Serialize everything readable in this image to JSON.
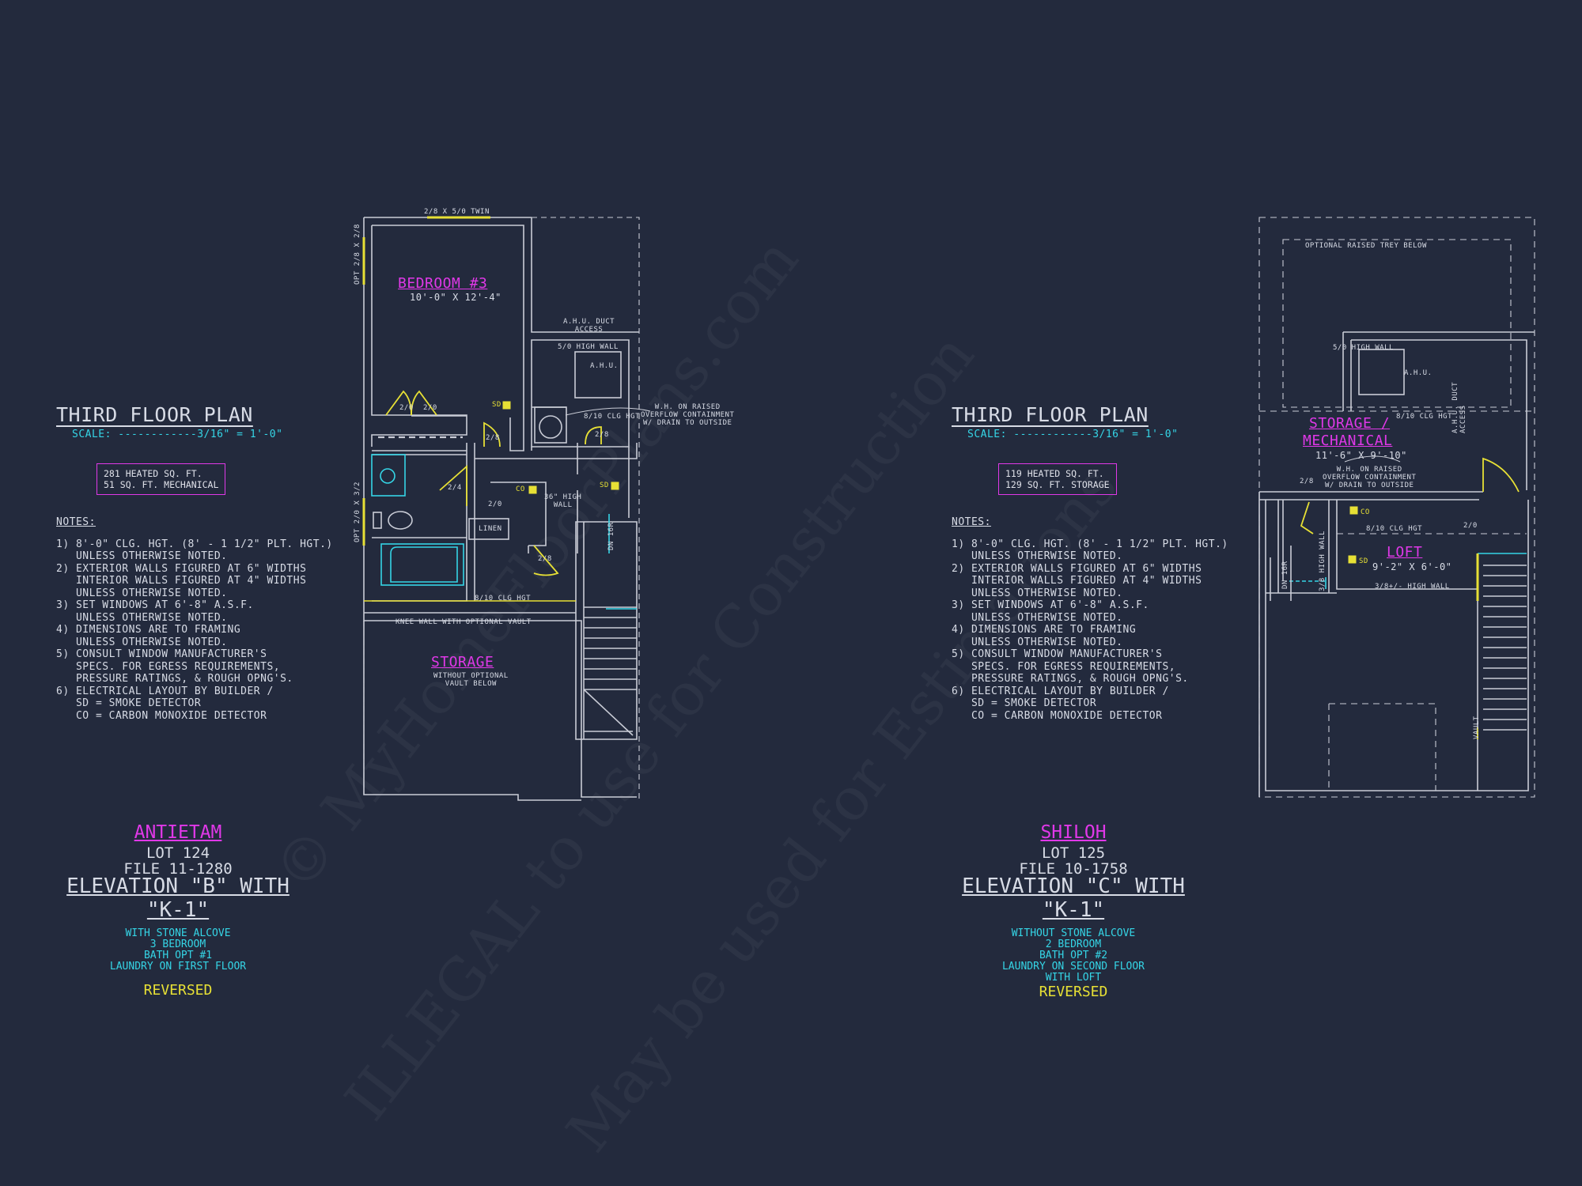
{
  "watermark": {
    "line1": "© MyHomeFloorPlans.com",
    "line2": "ILLEGAL to use for Construction",
    "line3": "May be used for Estimations"
  },
  "left": {
    "title": "THIRD FLOOR PLAN",
    "scale": "SCALE: ------------3/16\" = 1'-0\"",
    "area": [
      "281 HEATED SQ. FT.",
      "51 SQ. FT. MECHANICAL"
    ],
    "notes_header": "NOTES:",
    "notes": [
      "1) 8'-0\"  CLG. HGT. (8' - 1 1/2\" PLT. HGT.)",
      "   UNLESS OTHERWISE NOTED.",
      "2) EXTERIOR WALLS FIGURED AT 6\" WIDTHS",
      "   INTERIOR WALLS FIGURED AT 4\" WIDTHS",
      "   UNLESS OTHERWISE NOTED.",
      "3) SET WINDOWS AT 6'-8\" A.S.F.",
      "   UNLESS OTHERWISE NOTED.",
      "4) DIMENSIONS ARE TO FRAMING",
      "   UNLESS OTHERWISE NOTED.",
      "5) CONSULT WINDOW MANUFACTURER'S",
      "   SPECS. FOR EGRESS REQUIREMENTS,",
      "   PRESSURE RATINGS, & ROUGH OPNG'S.",
      "6) ELECTRICAL LAYOUT BY BUILDER /",
      "   SD = SMOKE DETECTOR",
      "   CO = CARBON MONOXIDE DETECTOR"
    ],
    "plan_name": "ANTIETAM",
    "lot": "LOT 124",
    "file": "FILE 11-1280",
    "elevation": "ELEVATION \"B\" WITH \"K-1\"",
    "options": [
      "WITH STONE ALCOVE",
      "3 BEDROOM",
      "BATH OPT #1",
      "LAUNDRY ON FIRST FLOOR"
    ],
    "reversed": "REVERSED",
    "plan_labels": {
      "window_top": "2/8 X 5/0 TWIN",
      "window_side": "OPT 2/8 X 2/8",
      "window_side2": "OPT 2/0 X 3/2",
      "bedroom": "BEDROOM #3",
      "bedroom_dim": "10'-0\" X 12'-4\"",
      "ahu_access": "A.H.U. DUCT\nACCESS",
      "high_wall": "5/0 HIGH WALL",
      "ahu": "A.H.U.",
      "wh": "W.H. ON RAISED\nOVERFLOW CONTAINMENT\nW/ DRAIN TO OUTSIDE",
      "clg_810": "8/10 CLG HGT",
      "sd": "SD",
      "co": "CO",
      "d20a": "2/0",
      "d20b": "2/0",
      "d28a": "2/8",
      "d28b": "2/8",
      "d24": "2/4",
      "d20c": "2/0",
      "d28c": "2/8",
      "half_wall": "36\" HIGH\nWALL",
      "linen": "LINEN",
      "dn": "DN 16R",
      "clg_810b": "8/10 CLG HGT",
      "knee": "KNEE WALL WITH OPTIONAL VAULT",
      "storage": "STORAGE",
      "storage_sub": "WITHOUT OPTIONAL\nVAULT BELOW",
      "sd2": "SD"
    }
  },
  "right": {
    "title": "THIRD FLOOR PLAN",
    "scale": "SCALE: ------------3/16\" = 1'-0\"",
    "area": [
      "119 HEATED SQ. FT.",
      "129 SQ. FT. STORAGE"
    ],
    "notes_header": "NOTES:",
    "notes": [
      "1) 8'-0\"  CLG. HGT. (8' - 1 1/2\" PLT. HGT.)",
      "   UNLESS OTHERWISE NOTED.",
      "2) EXTERIOR WALLS FIGURED AT 6\" WIDTHS",
      "   INTERIOR WALLS FIGURED AT 4\" WIDTHS",
      "   UNLESS OTHERWISE NOTED.",
      "3) SET WINDOWS AT 6'-8\" A.S.F.",
      "   UNLESS OTHERWISE NOTED.",
      "4) DIMENSIONS ARE TO FRAMING",
      "   UNLESS OTHERWISE NOTED.",
      "5) CONSULT WINDOW MANUFACTURER'S",
      "   SPECS. FOR EGRESS REQUIREMENTS,",
      "   PRESSURE RATINGS, & ROUGH OPNG'S.",
      "6) ELECTRICAL LAYOUT BY BUILDER /",
      "   SD = SMOKE DETECTOR",
      "   CO = CARBON MONOXIDE DETECTOR"
    ],
    "plan_name": "SHILOH",
    "lot": "LOT 125",
    "file": "FILE 10-1758",
    "elevation": "ELEVATION \"C\" WITH \"K-1\"",
    "options": [
      "WITHOUT STONE ALCOVE",
      "2 BEDROOM",
      "BATH OPT #2",
      "LAUNDRY ON SECOND FLOOR",
      "WITH LOFT"
    ],
    "reversed": "REVERSED",
    "plan_labels": {
      "trey": "OPTIONAL RAISED TREY BELOW",
      "high_wall": "5/0 HIGH WALL",
      "ahu": "A.H.U.",
      "clg_810": "8/10 CLG HGT",
      "ahu_access": "A.H.U. DUCT\nACCESS",
      "storage": "STORAGE /",
      "mechanical": "MECHANICAL",
      "storage_dim": "11'-6\" X 9'-10\"",
      "wh": "W.H. ON RAISED\nOVERFLOW CONTAINMENT\nW/ DRAIN TO OUTSIDE",
      "d28": "2/8",
      "co": "CO",
      "clg_810b": "8/10 CLG HGT",
      "d20": "2/0",
      "sd": "SD",
      "loft": "LOFT",
      "loft_dim": "9'-2\" X 6'-0\"",
      "high_wall2": "3/8+/- HIGH WALL",
      "high_wall3": "3/8 HIGH WALL",
      "dn": "DN 16R",
      "vault": "VAULT"
    }
  },
  "colors": {
    "background": "#232a3d",
    "line": "#c9ccd6",
    "magenta": "#e038e8",
    "cyan": "#35d5e6",
    "yellow": "#e7e035"
  }
}
